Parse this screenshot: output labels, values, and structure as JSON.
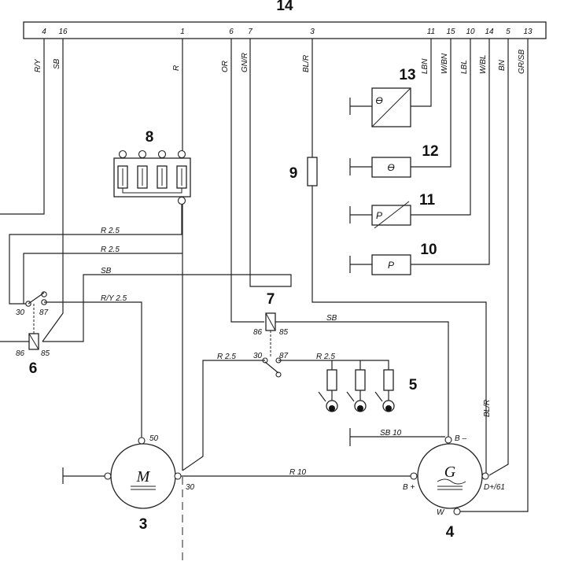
{
  "components": {
    "connector": "14",
    "starter": "3",
    "alternator": "4",
    "bulbs": "5",
    "start_relay": "6",
    "relay": "7",
    "fuse_box": "8",
    "resistor": "9",
    "oil_pressure": "10",
    "fuel_gauge": "11",
    "temp_gauge": "12",
    "temp_switch": "13"
  },
  "pins": [
    "4",
    "16",
    "1",
    "6",
    "7",
    "3",
    "11",
    "15",
    "10",
    "14",
    "5",
    "13"
  ],
  "wire_colors": {
    "pin4": "R/Y",
    "pin16": "SB",
    "pin1": "R",
    "pin6": "OR",
    "pin7": "GN/R",
    "pin3": "BL/R",
    "pin11": "LBN",
    "pin15": "W/BN",
    "pin10": "LBL",
    "pin14": "W/BL",
    "pin5": "BN",
    "pin13": "GR/SB"
  },
  "wire_labels": {
    "r25_a": "R 2.5",
    "r25_b": "R 2.5",
    "sb": "SB",
    "ry25": "R/Y 2.5",
    "sb_relay": "SB",
    "r25_c": "R 2.5",
    "r25_d": "R 2.5",
    "sb10": "SB 10",
    "r10": "R 10",
    "blr": "BL/R"
  },
  "terminals": {
    "t30_6": "30",
    "t87_6": "87",
    "t86_6": "86",
    "t85_6": "85",
    "t86_7": "86",
    "t85_7": "85",
    "t30_7": "30",
    "t87_7": "87",
    "t50": "50",
    "t30_m": "30",
    "b_minus": "B –",
    "b_plus": "B +",
    "d_plus": "D+/61",
    "w": "W"
  },
  "symbols": {
    "motor": "M",
    "generator": "G",
    "pressure_a": "P",
    "pressure_b": "P",
    "theta_a": "ϴ",
    "theta_b": "ϴ"
  }
}
